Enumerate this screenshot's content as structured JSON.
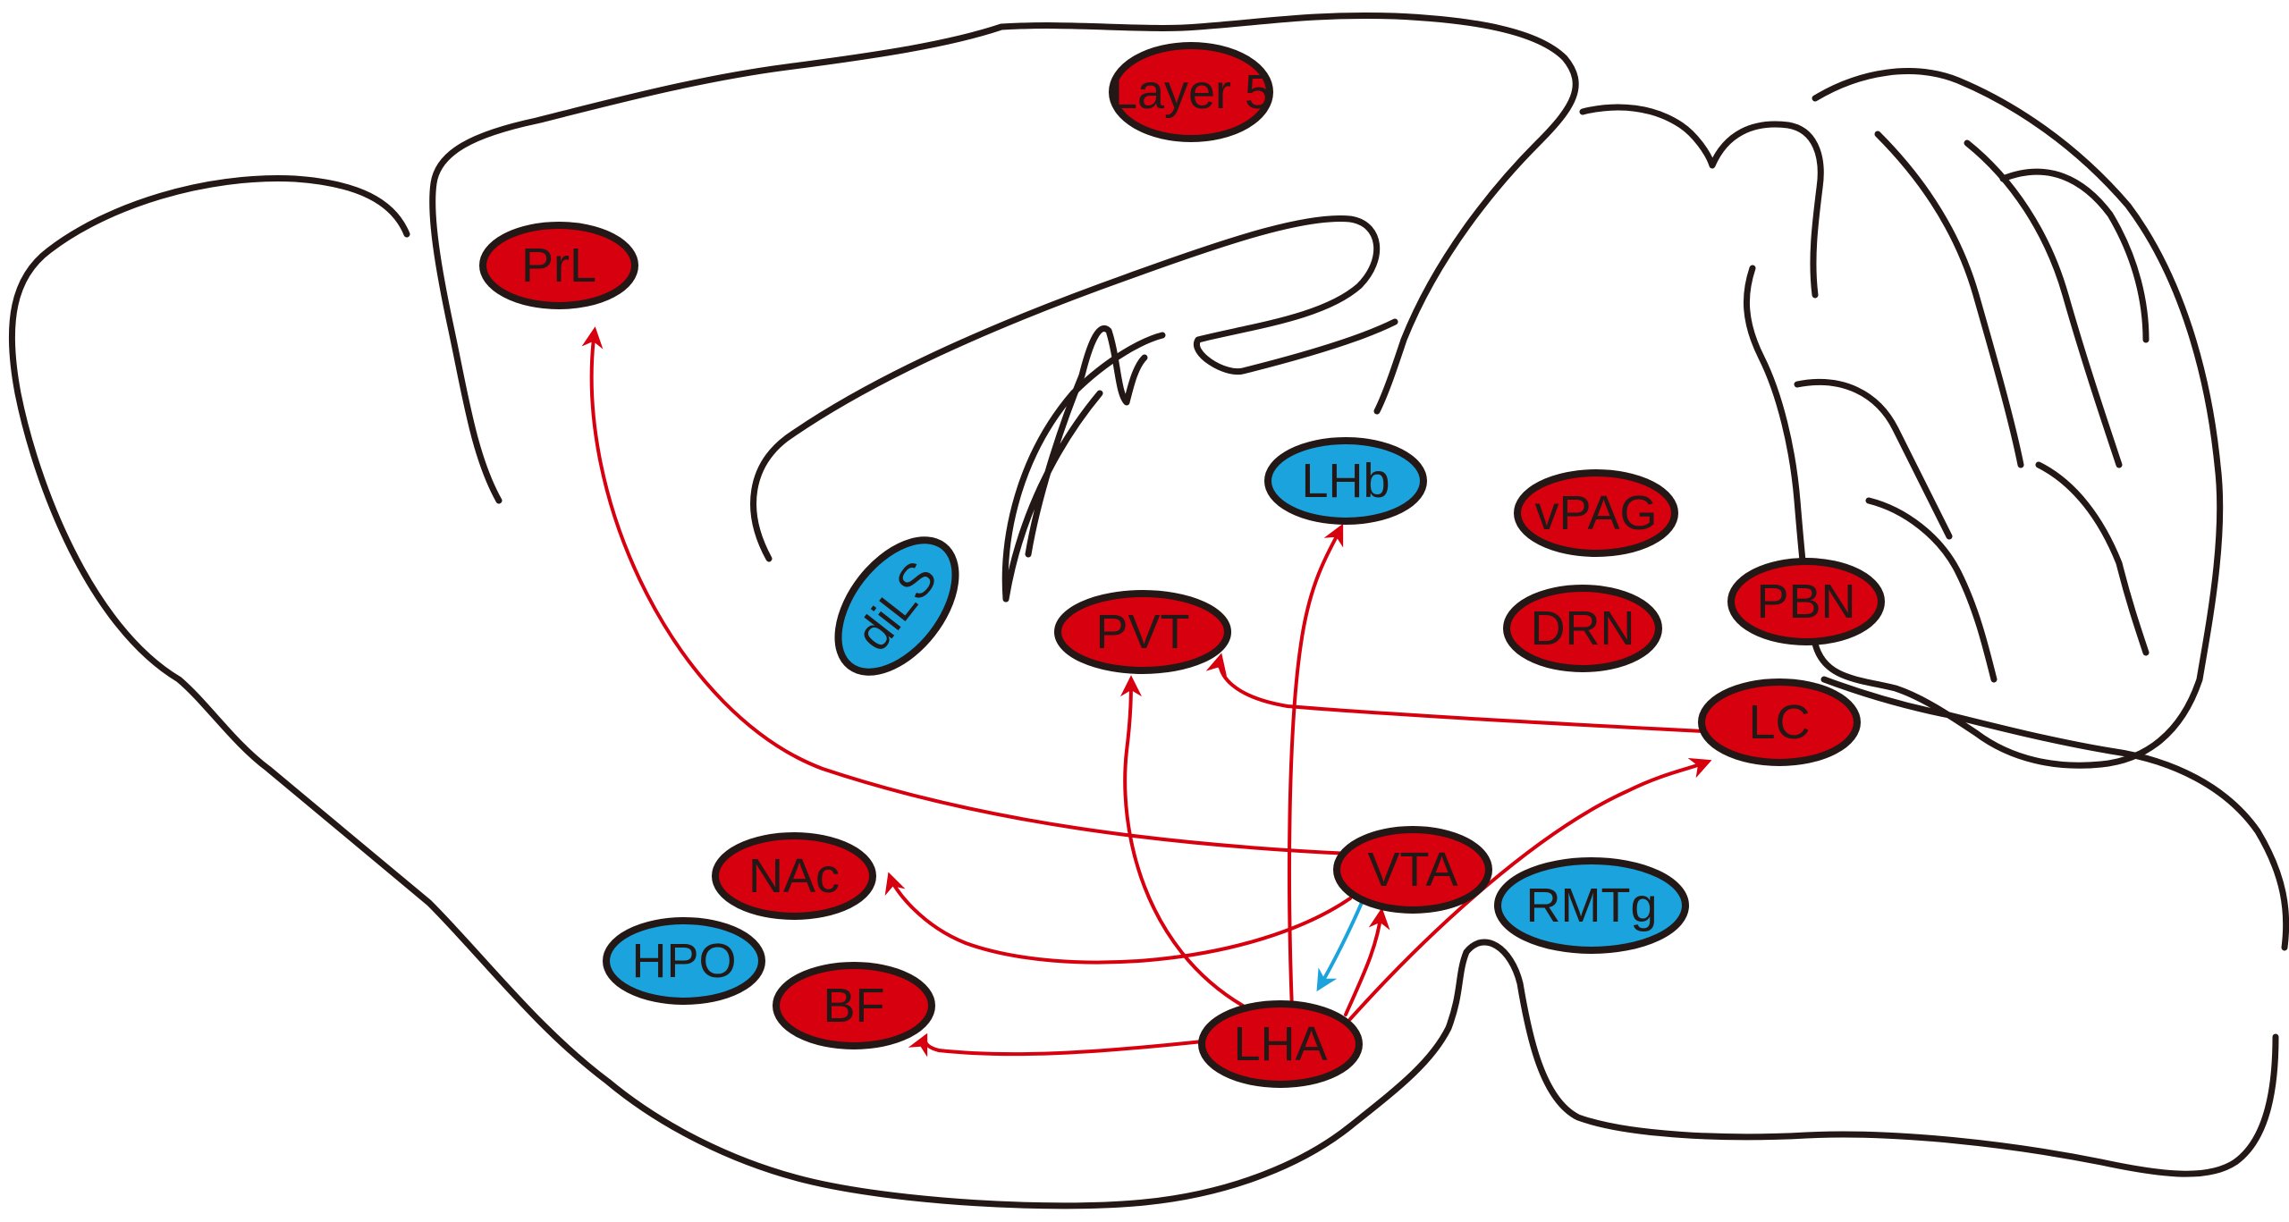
{
  "colors": {
    "excitatory": "#d7000f",
    "inhibitory": "#1aa3dc",
    "outline": "#231815",
    "background": "#ffffff"
  },
  "regions": [
    {
      "id": "layer5",
      "label": "Layer 5",
      "type": "red"
    },
    {
      "id": "prl",
      "label": "PrL",
      "type": "red"
    },
    {
      "id": "lhb",
      "label": "LHb",
      "type": "blue"
    },
    {
      "id": "vpag",
      "label": "vPAG",
      "type": "red"
    },
    {
      "id": "dils",
      "label": "diLS",
      "type": "blue"
    },
    {
      "id": "pvt",
      "label": "PVT",
      "type": "red"
    },
    {
      "id": "drn",
      "label": "DRN",
      "type": "red"
    },
    {
      "id": "pbn",
      "label": "PBN",
      "type": "red"
    },
    {
      "id": "lc",
      "label": "LC",
      "type": "red"
    },
    {
      "id": "nac",
      "label": "NAc",
      "type": "red"
    },
    {
      "id": "vta",
      "label": "VTA",
      "type": "red"
    },
    {
      "id": "rmtg",
      "label": "RMTg",
      "type": "blue"
    },
    {
      "id": "hpo",
      "label": "HPO",
      "type": "blue"
    },
    {
      "id": "bf",
      "label": "BF",
      "type": "red"
    },
    {
      "id": "lha",
      "label": "LHA",
      "type": "red"
    }
  ],
  "connections": [
    {
      "from": "vta",
      "to": "prl",
      "type": "excitatory"
    },
    {
      "from": "lha",
      "to": "lhb",
      "type": "excitatory"
    },
    {
      "from": "lc",
      "to": "pvt",
      "type": "excitatory"
    },
    {
      "from": "lha",
      "to": "pvt",
      "type": "excitatory"
    },
    {
      "from": "vta",
      "to": "nac",
      "type": "excitatory"
    },
    {
      "from": "lha",
      "to": "bf",
      "type": "excitatory"
    },
    {
      "from": "lha",
      "to": "vta",
      "type": "excitatory"
    },
    {
      "from": "lha",
      "to": "lc",
      "type": "excitatory"
    },
    {
      "from": "vta",
      "to": "lha",
      "type": "inhibitory"
    }
  ]
}
